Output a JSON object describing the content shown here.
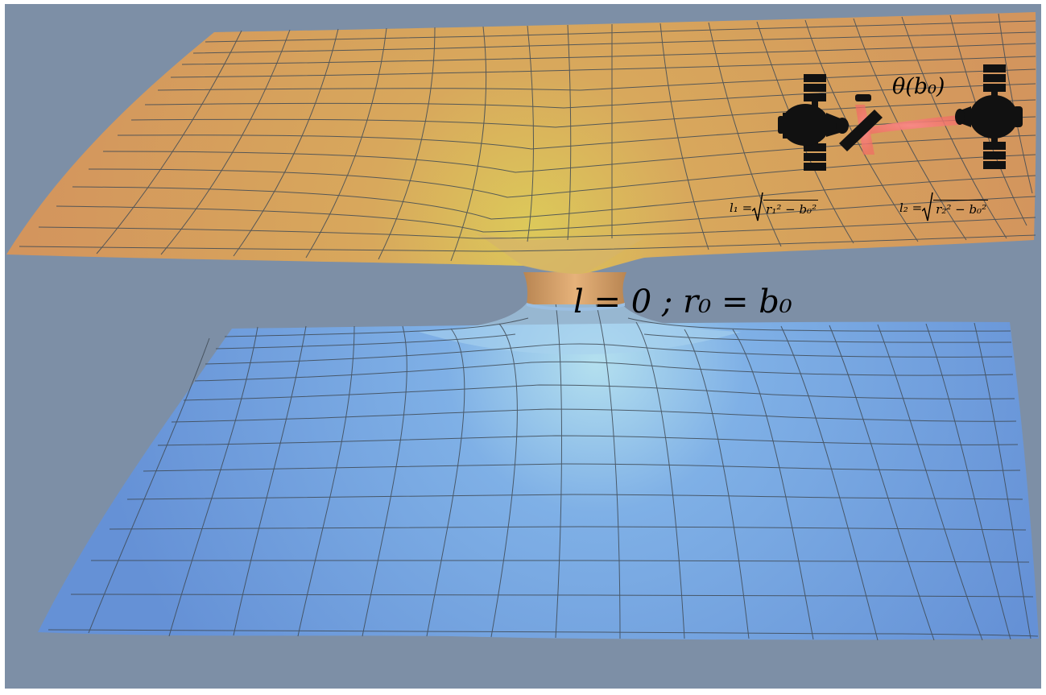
{
  "diagram": {
    "throat_label": "l = 0 ; r₀ = b₀",
    "angle_label": "θ(b₀)",
    "distance_labels": [
      {
        "lhs": "l₁ = ",
        "radicand": "r₁² − b₀²"
      },
      {
        "lhs": "l₂ = ",
        "radicand": "r₂² − b₀²"
      }
    ],
    "colors": {
      "background": "#7d8fa6",
      "upper_sheet": "#d3955d",
      "upper_glow": "#dcc95a",
      "lower_sheet": "#6591d6",
      "lower_glow": "#b4e0ef",
      "grid_lines": "#3f4a55",
      "laser_beam": "#f26a64",
      "satellite": "#111111"
    },
    "icons": [
      "satellite-left-icon",
      "satellite-right-icon",
      "mirror-icon"
    ]
  }
}
